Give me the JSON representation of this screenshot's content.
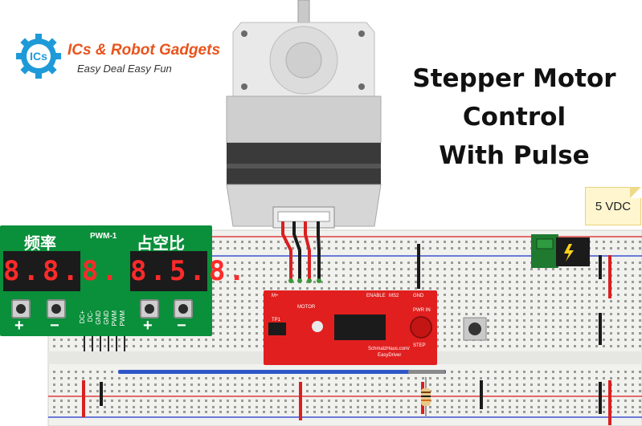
{
  "brand": {
    "logo_text": "ICs",
    "name": "ICs & Robot Gadgets",
    "tagline": "Easy Deal Easy Fun"
  },
  "title_lines": [
    "Stepper Motor",
    "Control",
    "With Pulse"
  ],
  "power_note": "5 VDC",
  "pwm_module": {
    "freq_label": "频率",
    "model_label": "PWM-1",
    "duty_label": "占空比",
    "freq_display": "8.8.8.",
    "duty_display": "8.5.8.",
    "plus": "+",
    "minus": "−",
    "pins": [
      "DC+",
      "DC-",
      "GND",
      "GND",
      "PWM",
      "PWM"
    ]
  },
  "driver": {
    "motor_label": "MOTOR",
    "pwr_label": "PWR IN",
    "step_label": "STEP",
    "site": "SchmalzHaus.com/",
    "name": "EasyDriver",
    "tp1": "TP1",
    "enable": "ENABLE",
    "ms2": "MS2",
    "gnd": "GND",
    "m_plus": "M+"
  },
  "colors": {
    "pwm_green": "#0a8f3a",
    "driver_red": "#e11f1f",
    "logo_blue": "#1f9ad8",
    "logo_orange": "#e8541c"
  }
}
